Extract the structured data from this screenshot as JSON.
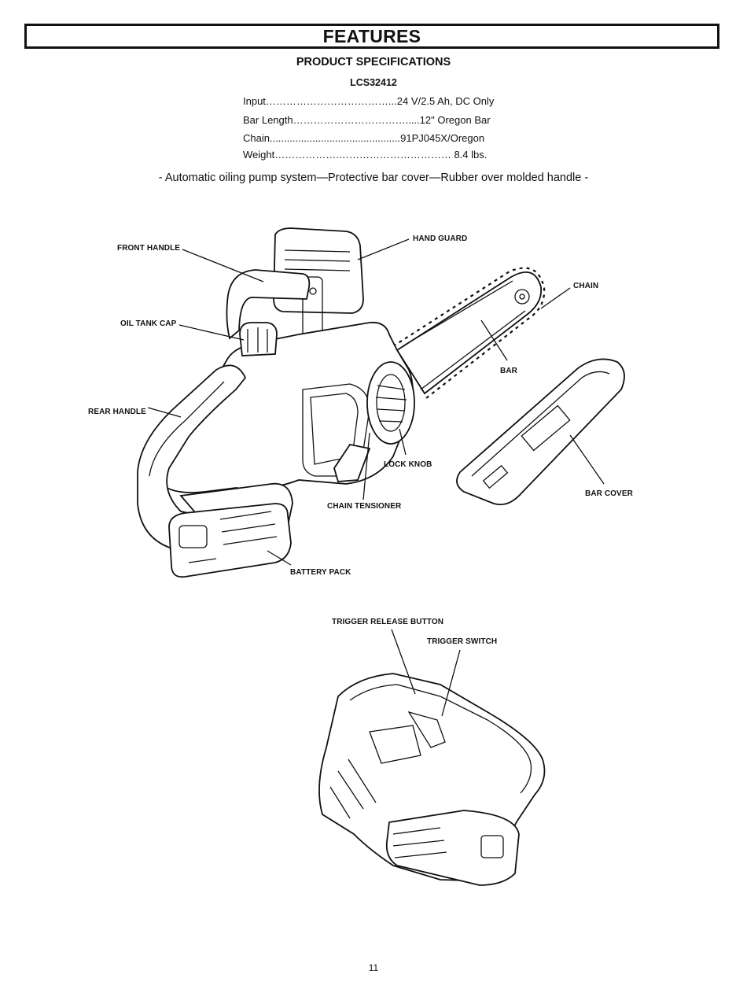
{
  "header": {
    "title": "FEATURES",
    "specs_title": "PRODUCT SPECIFICATIONS",
    "model": "LCS32412"
  },
  "specs": [
    {
      "text": "Input………………………………...24 V/2.5 Ah, DC Only"
    },
    {
      "text": "Bar Length…………………………….....12\" Oregon Bar"
    },
    {
      "text": "Chain..............................................91PJ045X/Oregon"
    },
    {
      "text": "Weight……………….…………………………… 8.4 lbs."
    }
  ],
  "summary": "- Automatic oiling pump system—Protective bar cover—Rubber over molded handle -",
  "callouts": {
    "front_handle": "FRONT HANDLE",
    "hand_guard": "HAND GUARD",
    "chain": "CHAIN",
    "oil_tank_cap": "OIL TANK CAP",
    "bar": "BAR",
    "rear_handle": "REAR HANDLE",
    "lock_knob": "LOCK KNOB",
    "bar_cover": "BAR COVER",
    "chain_tensioner": "CHAIN TENSIONER",
    "battery_pack": "BATTERY PACK",
    "trigger_release_button": "TRIGGER RELEASE BUTTON",
    "trigger_switch": "TRIGGER SWITCH"
  },
  "page_number": "11"
}
